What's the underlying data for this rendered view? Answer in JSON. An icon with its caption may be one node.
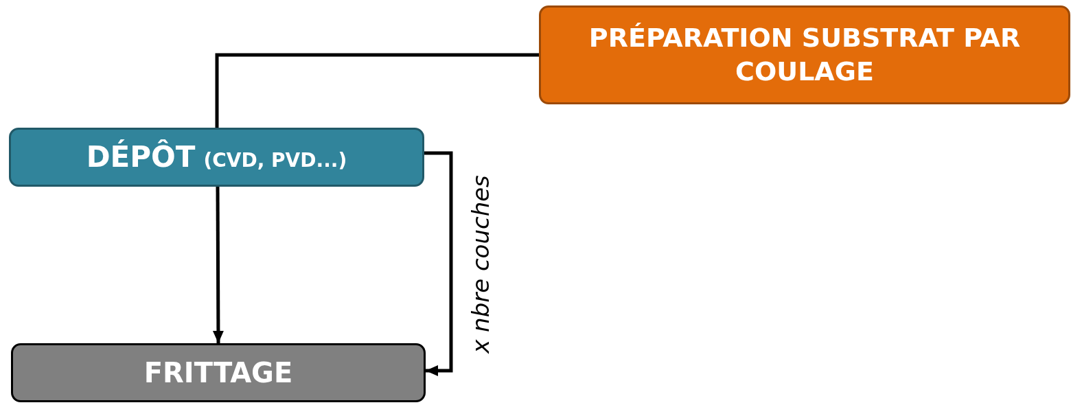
{
  "diagram": {
    "nodes": [
      {
        "text": [
          "PRÉPARATION SUBSTRAT PAR COULAGE"
        ]
      },
      {
        "text": [
          "DÉPÔT",
          "(CVD, PVD...)"
        ]
      },
      {
        "text": [
          "FRITTAGE"
        ]
      }
    ],
    "edges": [
      {
        "from": 0,
        "to": 1,
        "arrow": "none"
      },
      {
        "from": 1,
        "to": 2,
        "arrow": "to"
      },
      {
        "from": 1,
        "to": 2,
        "arrow": "to",
        "label": "x nbre couches"
      }
    ]
  }
}
